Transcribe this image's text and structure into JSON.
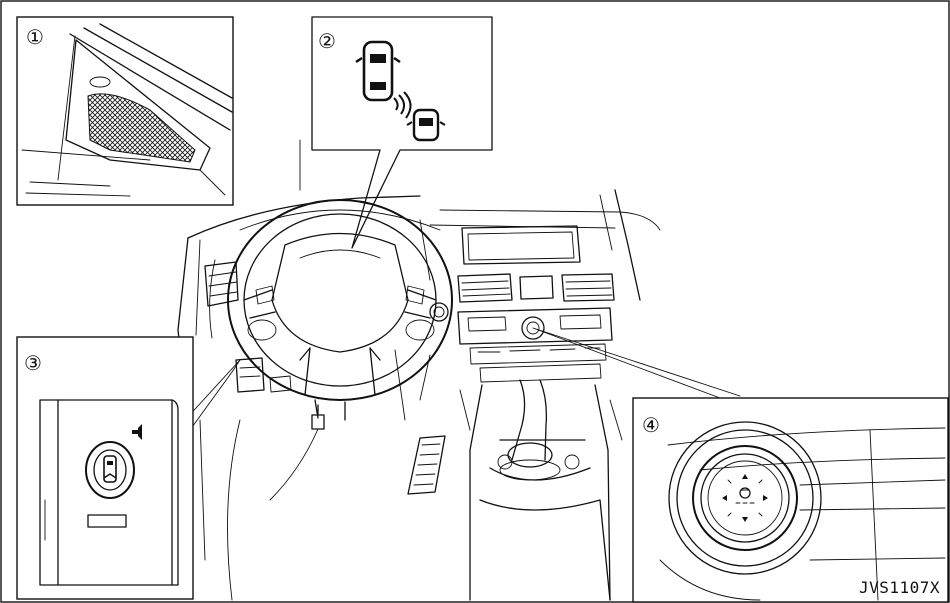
{
  "callouts": {
    "c1": "①",
    "c2": "②",
    "c3": "③",
    "c4": "④"
  },
  "reference_code": "JVS1107X"
}
